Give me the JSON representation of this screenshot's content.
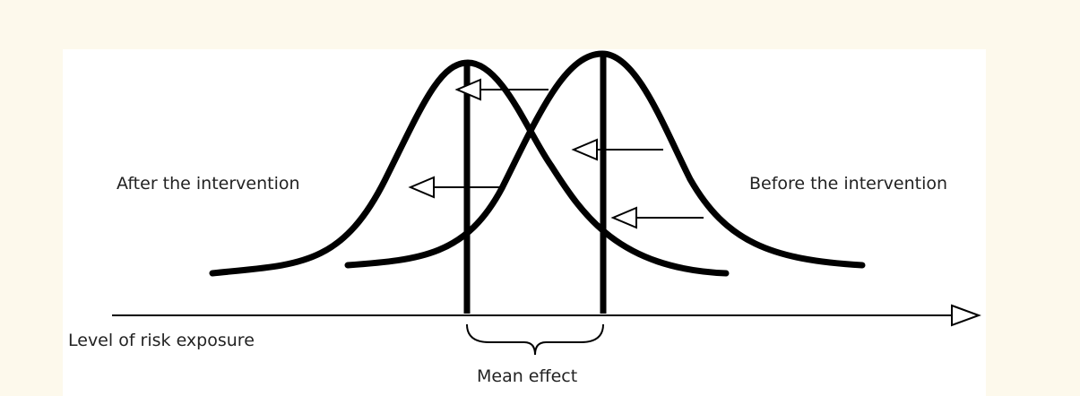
{
  "labels": {
    "after": "After the intervention",
    "before": "Before the intervention",
    "axis": "Level of risk exposure",
    "mean_effect": "Mean effect"
  },
  "colors": {
    "page_background": "#fdf9ec",
    "panel_background": "#ffffff",
    "stroke": "#000000",
    "text": "#222222"
  }
}
